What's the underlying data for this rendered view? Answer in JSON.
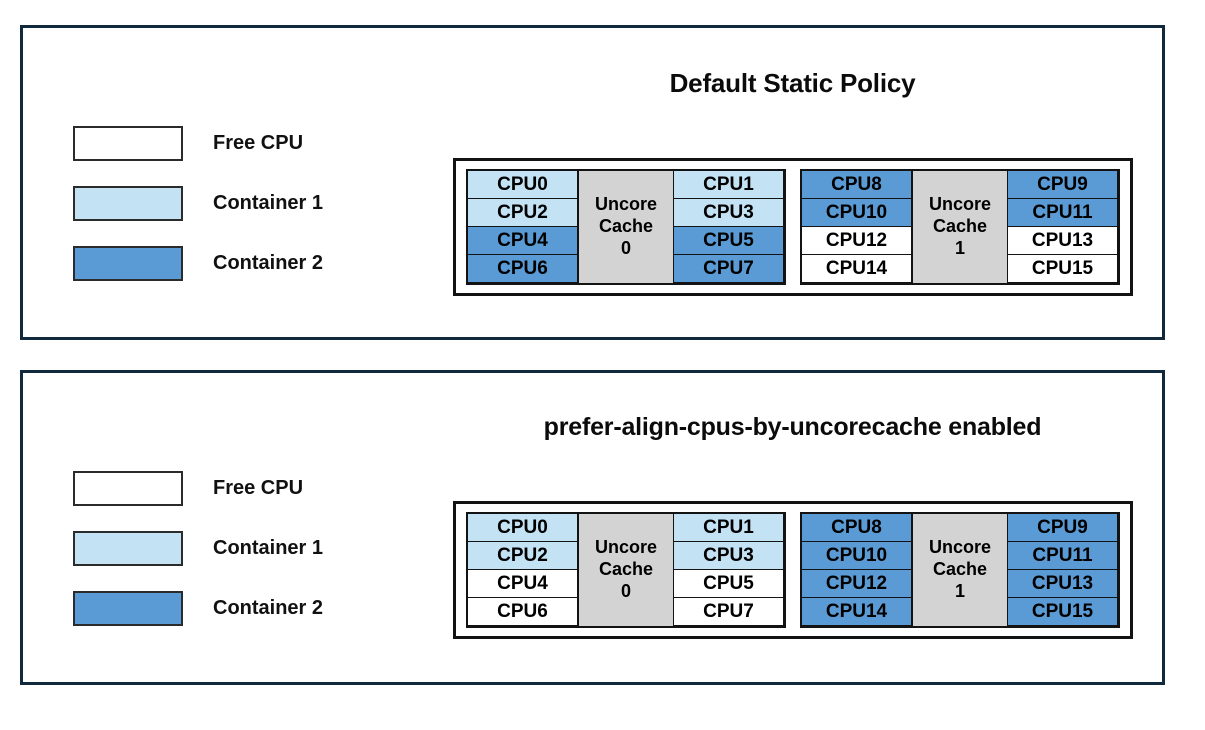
{
  "legend": {
    "items": [
      {
        "label": "Free CPU",
        "color": "#ffffff",
        "key": "free"
      },
      {
        "label": "Container 1",
        "color": "#c3e2f4",
        "key": "c1"
      },
      {
        "label": "Container 2",
        "color": "#5b9bd5",
        "key": "c2"
      }
    ]
  },
  "panels": [
    {
      "id": "default-static-policy",
      "title": "Default Static Policy",
      "cache_groups": [
        {
          "cache_label_lines": [
            "Uncore",
            "Cache",
            "0"
          ],
          "cache_name": "Uncore Cache 0",
          "left_column": [
            {
              "label": "CPU0",
              "owner": "Container 1"
            },
            {
              "label": "CPU2",
              "owner": "Container 1"
            },
            {
              "label": "CPU4",
              "owner": "Container 2"
            },
            {
              "label": "CPU6",
              "owner": "Container 2"
            }
          ],
          "right_column": [
            {
              "label": "CPU1",
              "owner": "Container 1"
            },
            {
              "label": "CPU3",
              "owner": "Container 1"
            },
            {
              "label": "CPU5",
              "owner": "Container 2"
            },
            {
              "label": "CPU7",
              "owner": "Container 2"
            }
          ]
        },
        {
          "cache_label_lines": [
            "Uncore",
            "Cache",
            "1"
          ],
          "cache_name": "Uncore Cache 1",
          "left_column": [
            {
              "label": "CPU8",
              "owner": "Container 2"
            },
            {
              "label": "CPU10",
              "owner": "Container 2"
            },
            {
              "label": "CPU12",
              "owner": "Free CPU"
            },
            {
              "label": "CPU14",
              "owner": "Free CPU"
            }
          ],
          "right_column": [
            {
              "label": "CPU9",
              "owner": "Container 2"
            },
            {
              "label": "CPU11",
              "owner": "Container 2"
            },
            {
              "label": "CPU13",
              "owner": "Free CPU"
            },
            {
              "label": "CPU15",
              "owner": "Free CPU"
            }
          ]
        }
      ]
    },
    {
      "id": "prefer-align-cpus-by-uncorecache",
      "title": "prefer-align-cpus-by-uncorecache enabled",
      "cache_groups": [
        {
          "cache_label_lines": [
            "Uncore",
            "Cache",
            "0"
          ],
          "cache_name": "Uncore Cache 0",
          "left_column": [
            {
              "label": "CPU0",
              "owner": "Container 1"
            },
            {
              "label": "CPU2",
              "owner": "Container 1"
            },
            {
              "label": "CPU4",
              "owner": "Free CPU"
            },
            {
              "label": "CPU6",
              "owner": "Free CPU"
            }
          ],
          "right_column": [
            {
              "label": "CPU1",
              "owner": "Container 1"
            },
            {
              "label": "CPU3",
              "owner": "Container 1"
            },
            {
              "label": "CPU5",
              "owner": "Free CPU"
            },
            {
              "label": "CPU7",
              "owner": "Free CPU"
            }
          ]
        },
        {
          "cache_label_lines": [
            "Uncore",
            "Cache",
            "1"
          ],
          "cache_name": "Uncore Cache 1",
          "left_column": [
            {
              "label": "CPU8",
              "owner": "Container 2"
            },
            {
              "label": "CPU10",
              "owner": "Container 2"
            },
            {
              "label": "CPU12",
              "owner": "Container 2"
            },
            {
              "label": "CPU14",
              "owner": "Container 2"
            }
          ],
          "right_column": [
            {
              "label": "CPU9",
              "owner": "Container 2"
            },
            {
              "label": "CPU11",
              "owner": "Container 2"
            },
            {
              "label": "CPU13",
              "owner": "Container 2"
            },
            {
              "label": "CPU15",
              "owner": "Container 2"
            }
          ]
        }
      ]
    }
  ],
  "colors": {
    "free": "#ffffff",
    "container1": "#c3e2f4",
    "container2": "#5b9bd5",
    "uncore_cache": "#d3d3d3",
    "panel_border": "#10293d",
    "box_border": "#131313"
  }
}
